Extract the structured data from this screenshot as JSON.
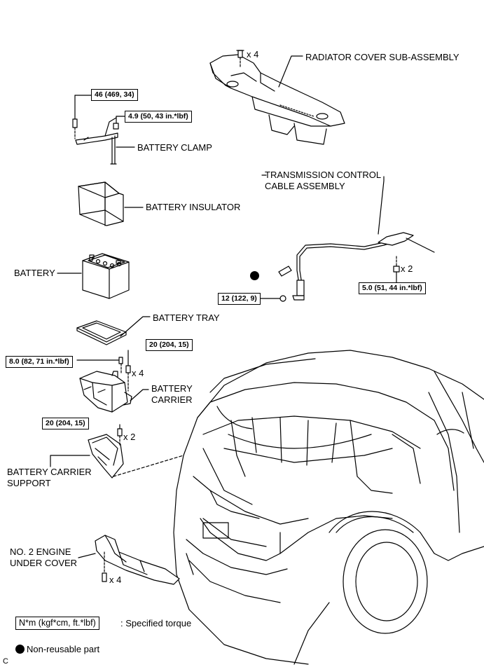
{
  "labels": {
    "radiator_cover": "RADIATOR COVER SUB-ASSEMBLY",
    "battery_clamp": "BATTERY CLAMP",
    "battery_insulator": "BATTERY INSULATOR",
    "battery": "BATTERY",
    "battery_tray": "BATTERY TRAY",
    "battery_carrier_line1": "BATTERY",
    "battery_carrier_line2": "CARRIER",
    "carrier_support_line1": "BATTERY CARRIER",
    "carrier_support_line2": "SUPPORT",
    "transmission_cable_line1": "TRANSMISSION CONTROL",
    "transmission_cable_line2": "CABLE ASSEMBLY",
    "engine_under_cover_line1": "NO. 2 ENGINE",
    "engine_under_cover_line2": "UNDER COVER"
  },
  "torques": {
    "clamp_bolt": "46 (469, 34)",
    "clamp_nut": "4.9 (50, 43 in.*lbf)",
    "trans_bracket": "5.0 (51, 44 in.*lbf)",
    "trans_nut": "12 (122, 9)",
    "carrier_upper": "20 (204, 15)",
    "carrier_small": "8.0 (82, 71 in.*lbf)",
    "support": "20 (204, 15)"
  },
  "quantities": {
    "radiator": "x 4",
    "trans": "x 2",
    "carrier": "x 4",
    "support": "x 2",
    "under_cover": "x 4"
  },
  "legend": {
    "torque_format": "N*m (kgf*cm, ft.*lbf)",
    "torque_desc": ": Specified torque",
    "nonreusable": "Non-reusable part"
  },
  "corner_code": "C"
}
